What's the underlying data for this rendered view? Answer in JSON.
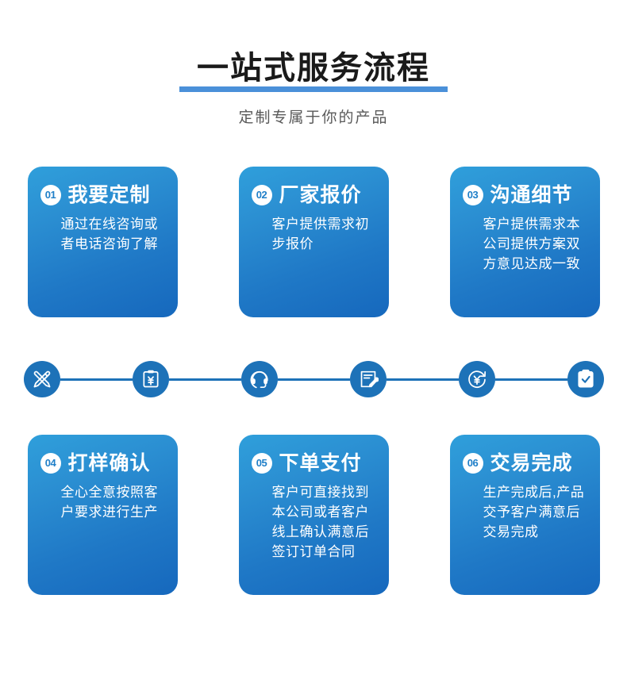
{
  "header": {
    "title": "一站式服务流程",
    "subtitle": "定制专属于你的产品",
    "underline_color": "#4a90d9",
    "title_color": "#1a1a1a",
    "subtitle_color": "#595959"
  },
  "theme": {
    "card_gradient_from": "#2f9fdb",
    "card_gradient_to": "#1668bd",
    "icon_blue": "#1d72b8",
    "badge_text_color": "#1f7fc8",
    "card_text_color": "#ffffff"
  },
  "steps": [
    {
      "number": "01",
      "title": "我要定制",
      "desc": "通过在线咨询或者电话咨询了解"
    },
    {
      "number": "02",
      "title": "厂家报价",
      "desc": "客户提供需求初步报价"
    },
    {
      "number": "03",
      "title": "沟通细节",
      "desc": "客户提供需求本公司提供方案双方意见达成一致"
    },
    {
      "number": "04",
      "title": "打样确认",
      "desc": "全心全意按照客户要求进行生产"
    },
    {
      "number": "05",
      "title": "下单支付",
      "desc": "客户可直接找到本公司或者客户线上确认满意后签订订单合同"
    },
    {
      "number": "06",
      "title": "交易完成",
      "desc": "生产完成后,产品交予客户满意后交易完成"
    }
  ],
  "icon_strip": {
    "icons": [
      {
        "name": "design-pen-ruler-icon"
      },
      {
        "name": "clipboard-yen-quote-icon"
      },
      {
        "name": "headset-support-icon"
      },
      {
        "name": "document-tag-contract-icon"
      },
      {
        "name": "yen-payment-icon"
      },
      {
        "name": "clipboard-check-icon"
      }
    ],
    "connector_count": 5
  }
}
